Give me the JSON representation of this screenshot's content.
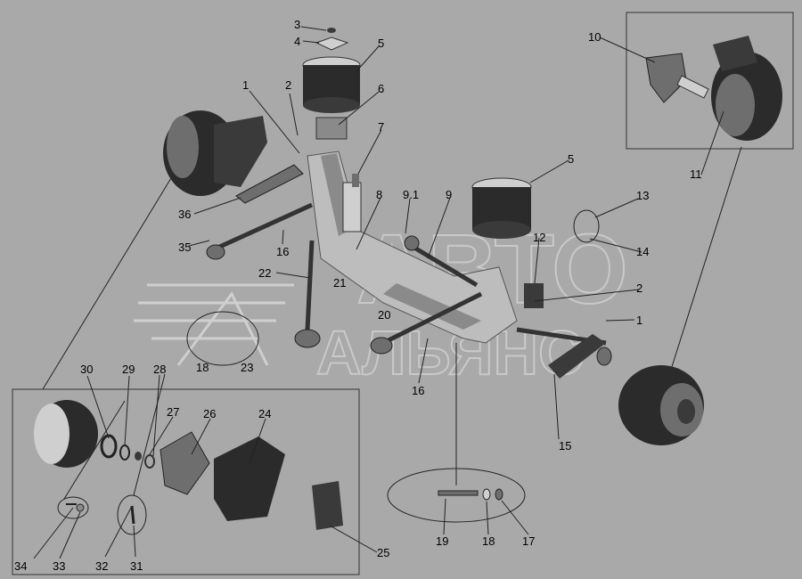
{
  "watermark": {
    "line1": "АВТО",
    "line2": "АЛЬЯНС"
  },
  "colors": {
    "background": "#a9a9a9",
    "part_dark": "#2b2b2b",
    "part_mid": "#6e6e6e",
    "part_light": "#cfcfcf",
    "leader": "#000000"
  },
  "callouts": [
    "1",
    "2",
    "3",
    "4",
    "5",
    "6",
    "7",
    "8",
    "9.1",
    "9",
    "5",
    "10",
    "11",
    "36",
    "35",
    "16",
    "22",
    "12",
    "13",
    "14",
    "2",
    "1",
    "21",
    "20",
    "18",
    "23",
    "15",
    "16",
    "28",
    "27",
    "26",
    "24",
    "30",
    "29",
    "34",
    "33",
    "32",
    "31",
    "25",
    "19",
    "18",
    "17"
  ]
}
